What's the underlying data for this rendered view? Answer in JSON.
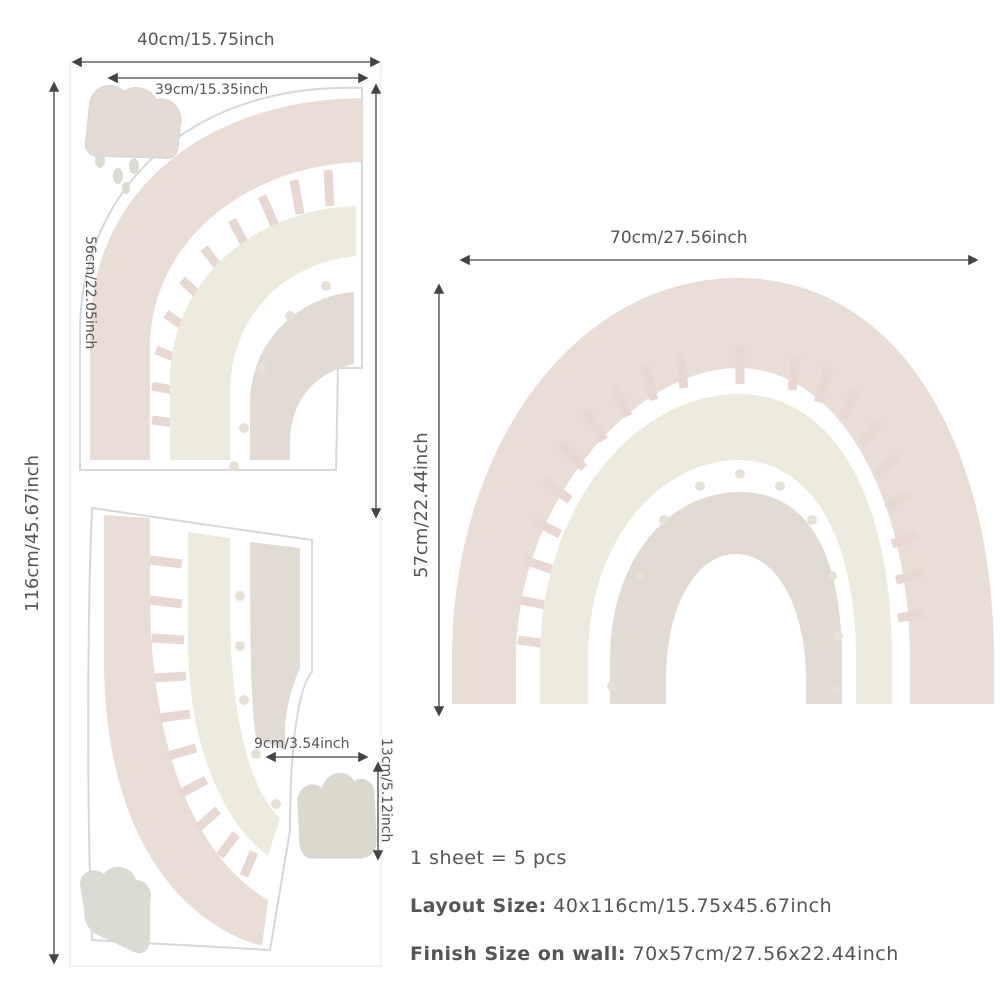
{
  "dimensions": {
    "sheet_width": "40cm/15.75inch",
    "sheet_height": "116cm/45.67inch",
    "upper_piece_width": "39cm/15.35inch",
    "upper_piece_height": "56cm/22.05inch",
    "cloud_width": "9cm/3.54inch",
    "cloud_height": "13cm/5.12inch",
    "rainbow_width": "70cm/27.56inch",
    "rainbow_height": "57cm/22.44inch"
  },
  "info": {
    "pieces": "1 sheet = 5 pcs",
    "layout_label": "Layout Size:",
    "layout_value": " 40x116cm/15.75x45.67inch",
    "finish_label": "Finish Size on wall:",
    "finish_value": " 70x57cm/27.56x22.44inch"
  },
  "colors": {
    "outer_band": "#e9ddd6",
    "middle_band": "#ecebdd",
    "inner_band": "#e2dbd4",
    "stripe": "#e8d8d1",
    "dot": "#e6e1d6",
    "cloud_pink": "#e6dbd3",
    "cloud_grey": "#d9dcd3",
    "cloud_beige": "#dbd9cc",
    "text": "#555555"
  }
}
